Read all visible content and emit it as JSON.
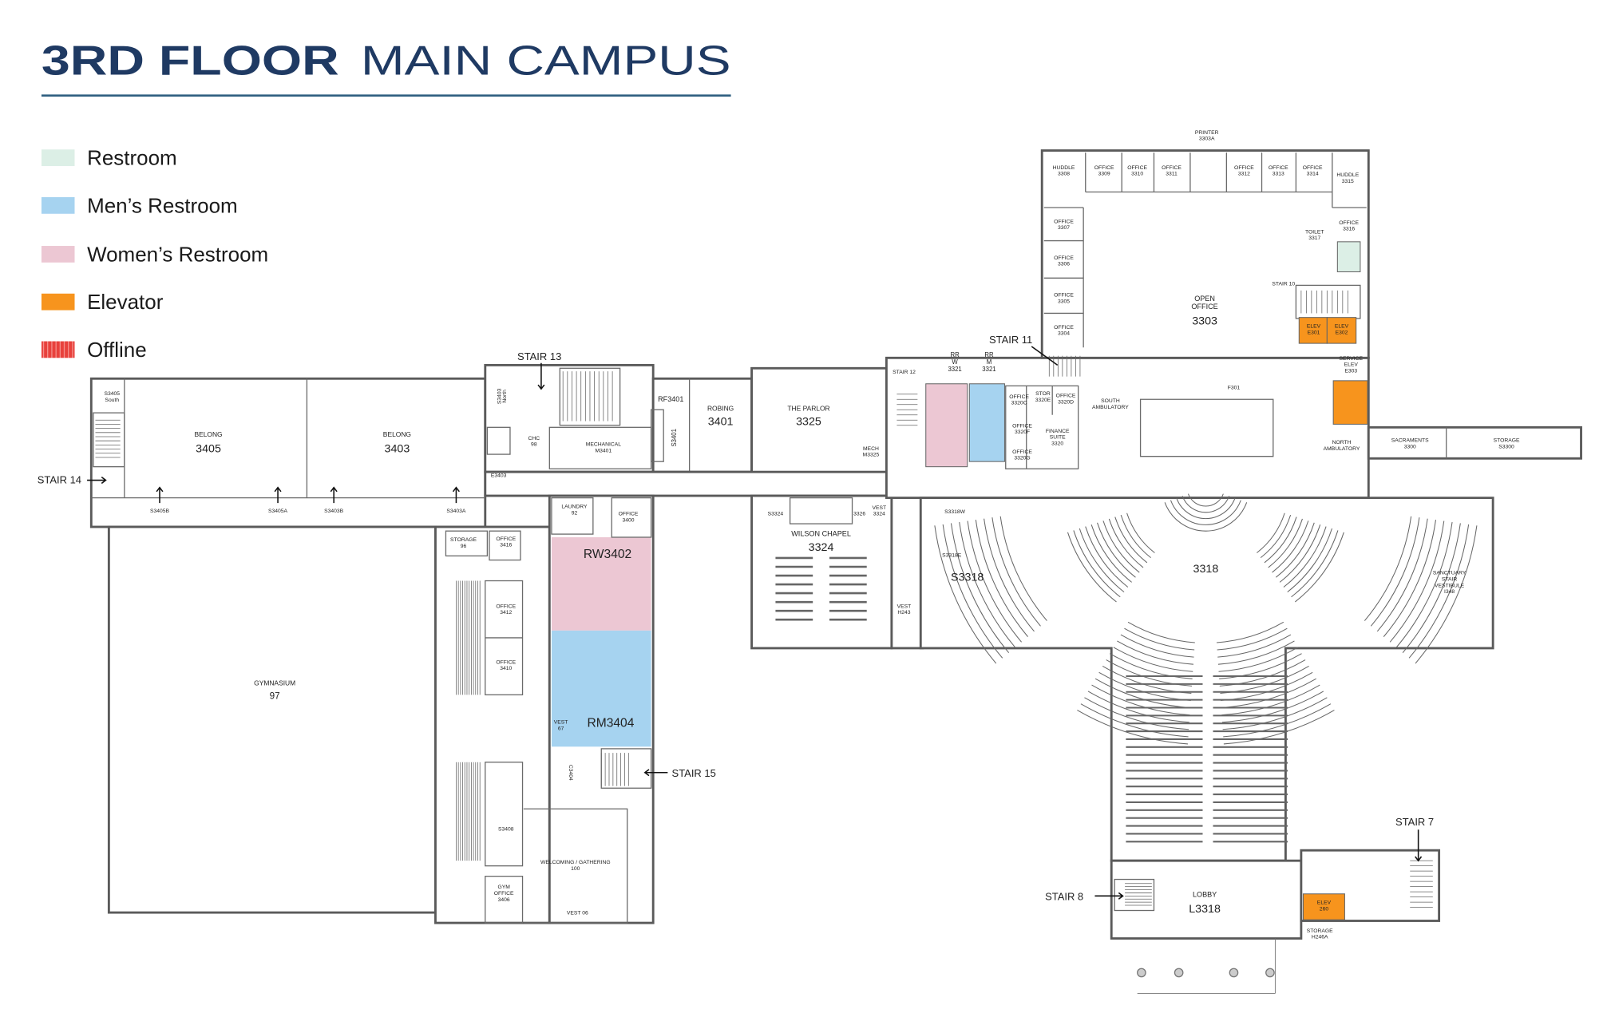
{
  "title": {
    "bold": "3RD FLOOR",
    "light": "MAIN CAMPUS",
    "color": "#1f3a63"
  },
  "legend": [
    {
      "label": "Restroom",
      "color": "#dcefe6"
    },
    {
      "label": "Men’s Restroom",
      "color": "#a6d3f0"
    },
    {
      "label": "Women’s Restroom",
      "color": "#ecc7d3"
    },
    {
      "label": "Elevator",
      "color": "#f7941d"
    },
    {
      "label": "Offline",
      "color": "#e8413c"
    }
  ],
  "stairs": {
    "s7": "STAIR 7",
    "s8": "STAIR 8",
    "s10": "STAIR 10",
    "s11": "STAIR 11",
    "s12": "STAIR 12",
    "s13": "STAIR 13",
    "s14": "STAIR 14",
    "s15": "STAIR 15"
  },
  "rooms": {
    "huddle3308": [
      "HUDDLE",
      "3308"
    ],
    "office3309": [
      "OFFICE",
      "3309"
    ],
    "office3310": [
      "OFFICE",
      "3310"
    ],
    "office3311": [
      "OFFICE",
      "3311"
    ],
    "printer": [
      "PRINTER",
      "3303A"
    ],
    "office3312": [
      "OFFICE",
      "3312"
    ],
    "office3313": [
      "OFFICE",
      "3313"
    ],
    "office3314": [
      "OFFICE",
      "3314"
    ],
    "huddle3315": [
      "HUDDLE",
      "3315"
    ],
    "office3307": [
      "OFFICE",
      "3307"
    ],
    "office3306": [
      "OFFICE",
      "3306"
    ],
    "office3305": [
      "OFFICE",
      "3305"
    ],
    "office3304": [
      "OFFICE",
      "3304"
    ],
    "office3316": [
      "OFFICE",
      "3316"
    ],
    "toilet": [
      "TOILET",
      "3317"
    ],
    "openoffice": [
      "OPEN",
      "OFFICE",
      "3303"
    ],
    "elev301": [
      "ELEV",
      "E301"
    ],
    "elev302": [
      "ELEV",
      "E302"
    ],
    "serviceelev": [
      "SERVICE",
      "ELEV",
      "E303"
    ],
    "rrw": [
      "RR",
      "W",
      "3321"
    ],
    "rrm": [
      "RR",
      "M",
      "3321"
    ],
    "office3320c": [
      "OFFICE",
      "3320C"
    ],
    "stor3320e": [
      "STOR",
      "3320E"
    ],
    "office3320d": [
      "OFFICE",
      "3320D"
    ],
    "office3320f": [
      "OFFICE",
      "3320F"
    ],
    "finance": [
      "FINANCE",
      "SUITE",
      "3320"
    ],
    "office3320g": [
      "OFFICE",
      "3320G"
    ],
    "southamb": [
      "SOUTH",
      "AMBULATORY"
    ],
    "f301": "F301",
    "northamb": [
      "NORTH",
      "AMBULATORY"
    ],
    "sacraments": [
      "SACRAMENTS",
      "3300"
    ],
    "storages3300": [
      "STORAGE",
      "S3300"
    ],
    "sanct": "3318",
    "s3318": "S3318",
    "s3318w": "S3318W",
    "s3318e": "S3318E",
    "vesth243": [
      "VEST",
      "H243"
    ],
    "sanctstair": [
      "SANCTUARY",
      "STAIR",
      "VESTIBULE",
      "I348"
    ],
    "lobby": [
      "LOBBY",
      "L3318"
    ],
    "storageh246a": [
      "STORAGE",
      "H246A"
    ],
    "elev260": [
      "ELEV",
      "260"
    ],
    "s3324": "S3324",
    "r3326": "3326",
    "vest3324": [
      "VEST",
      "3324"
    ],
    "chapel": [
      "WILSON CHAPEL",
      "3324"
    ],
    "parlor": [
      "THE PARLOR",
      "3325"
    ],
    "mech3325": [
      "MECH",
      "M3325"
    ],
    "robing": [
      "ROBING",
      "3401"
    ],
    "rf3401": "RF3401",
    "s3401": "S3401",
    "s3403north": [
      "S3403",
      "North"
    ],
    "chc": [
      "CHC",
      "98"
    ],
    "mech3401": [
      "MECHANICAL",
      "M3401"
    ],
    "e3403": "E3403",
    "belong3405": [
      "BELONG",
      "3405"
    ],
    "belong3403": [
      "BELONG",
      "3403"
    ],
    "s3405south": [
      "S3405",
      "South"
    ],
    "s3405b": "S3405B",
    "s3405a": "S3405A",
    "s3403b": "S3403B",
    "s3403a": "S3403A",
    "laundry": [
      "LAUNDRY",
      "92"
    ],
    "office3400": [
      "OFFICE",
      "3400"
    ],
    "rw3402": "RW3402",
    "rm3404": "RM3404",
    "vest67": [
      "VEST",
      "67"
    ],
    "c3404": "C3404",
    "storage96": [
      "STORAGE",
      "96"
    ],
    "office3416": [
      "OFFICE",
      "3416"
    ],
    "office3412": [
      "OFFICE",
      "3412"
    ],
    "office3410": [
      "OFFICE",
      "3410"
    ],
    "s3408": "S3408",
    "welcoming": [
      "WELCOMING / GATHERING",
      "100"
    ],
    "gymoffice": [
      "GYM",
      "OFFICE",
      "3406"
    ],
    "vest06": "VEST 06",
    "gym": [
      "GYMNASIUM",
      "97"
    ]
  }
}
